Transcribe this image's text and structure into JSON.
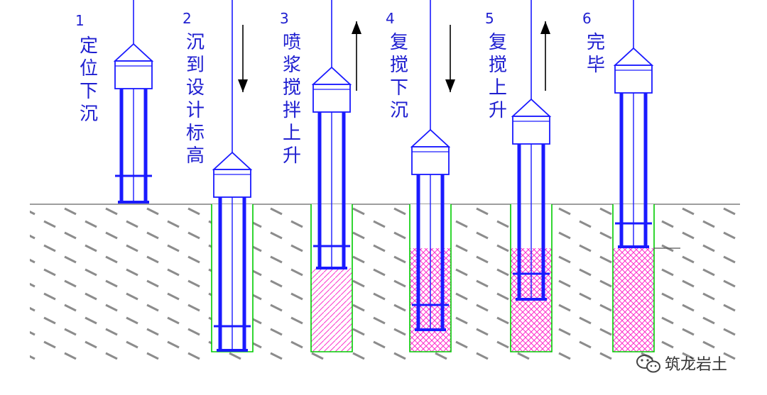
{
  "colors": {
    "rig": "#1a1aff",
    "cable": "#1a1aff",
    "hole_outline": "#00cc00",
    "grout": "#ff33cc",
    "soil_dash": "#8c8c8c",
    "ground_line": "#7f7f7f",
    "text": "#1f1fd0"
  },
  "steps": [
    {
      "number": "1",
      "label": "定位下沉",
      "arrow": "none",
      "grout": "none"
    },
    {
      "number": "2",
      "label": "沉到设计标高",
      "arrow": "down",
      "grout": "none"
    },
    {
      "number": "3",
      "label": "喷浆搅拌上升",
      "arrow": "up",
      "grout": "partial"
    },
    {
      "number": "4",
      "label": "复搅下沉",
      "arrow": "down",
      "grout": "partial-dense"
    },
    {
      "number": "5",
      "label": "复搅上升",
      "arrow": "up",
      "grout": "dense"
    },
    {
      "number": "6",
      "label": "完毕",
      "arrow": "none",
      "grout": "full-dense"
    }
  ],
  "watermark": {
    "text": "筑龙岩土",
    "icon": "wechat-icon"
  }
}
